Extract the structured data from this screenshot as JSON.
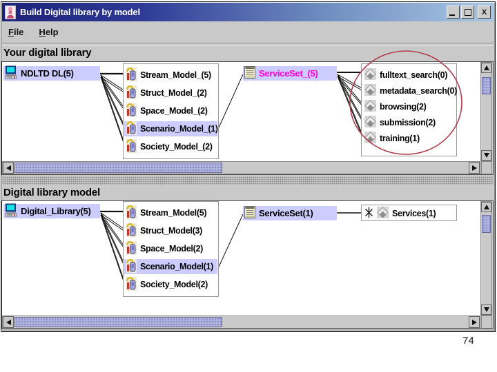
{
  "window": {
    "title": "Build Digital library by model",
    "menu": [
      {
        "label": "File"
      },
      {
        "label": "Help"
      }
    ],
    "controls": {
      "close": "X"
    }
  },
  "sections": {
    "top": {
      "heading": "Your digital library",
      "root": {
        "label": "NDLTD DL(5)",
        "icon": "computer-icon",
        "selected": true
      },
      "models": [
        {
          "label": "Stream_Model_(5)",
          "selected": false
        },
        {
          "label": "Struct_Model_(2)",
          "selected": false
        },
        {
          "label": "Space_Model_(2)",
          "selected": false
        },
        {
          "label": "Scenario_Model_(1)",
          "selected": true
        },
        {
          "label": "Society_Model_(2)",
          "selected": false
        }
      ],
      "service_set": {
        "label": "ServiceSet_(5)",
        "icon": "notepad-icon",
        "selected": true
      },
      "services": [
        {
          "label": "fulltext_search(0)"
        },
        {
          "label": "metadata_search(0)"
        },
        {
          "label": "browsing(2)"
        },
        {
          "label": "submission(2)"
        },
        {
          "label": "training(1)"
        }
      ],
      "annotation": "red ellipse circling the service list"
    },
    "bottom": {
      "heading": "Digital library model",
      "root": {
        "label": "Digital_Library(5)",
        "icon": "computer-icon",
        "selected": true
      },
      "models": [
        {
          "label": "Stream_Model(5)",
          "selected": false
        },
        {
          "label": "Struct_Model(3)",
          "selected": false
        },
        {
          "label": "Space_Model(2)",
          "selected": false
        },
        {
          "label": "Scenario_Model(1)",
          "selected": true
        },
        {
          "label": "Society_Model(2)",
          "selected": false
        }
      ],
      "service_set": {
        "label": "ServiceSet(1)",
        "icon": "notepad-icon",
        "selected": true
      },
      "services": [
        {
          "label": "Services(1)"
        }
      ]
    }
  },
  "page_number": "74",
  "colors": {
    "selection_bg": "#ccccff",
    "serviceset_top_text": "#ff00dd",
    "annotation_ellipse": "#b13b4a",
    "titlebar_gradient_from": "#1c2278",
    "titlebar_gradient_to": "#a9c6e4"
  }
}
